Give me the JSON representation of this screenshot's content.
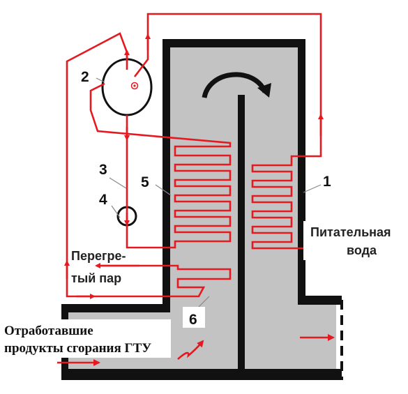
{
  "labels": {
    "n1": "1",
    "n2": "2",
    "n3": "3",
    "n4": "4",
    "n5": "5",
    "n6": "6",
    "feedwater_line1": "Питательная",
    "feedwater_line2": "вода",
    "superheated_line1": "Перегре-",
    "superheated_line2": "тый пар",
    "exhaust_line1": "Отработавшие",
    "exhaust_line2": "продукты сгорания ГТУ"
  },
  "colors": {
    "wall": "#111111",
    "gas": "#c3c3c3",
    "pipe": "#e5191f",
    "arrow": "#e5191f"
  }
}
